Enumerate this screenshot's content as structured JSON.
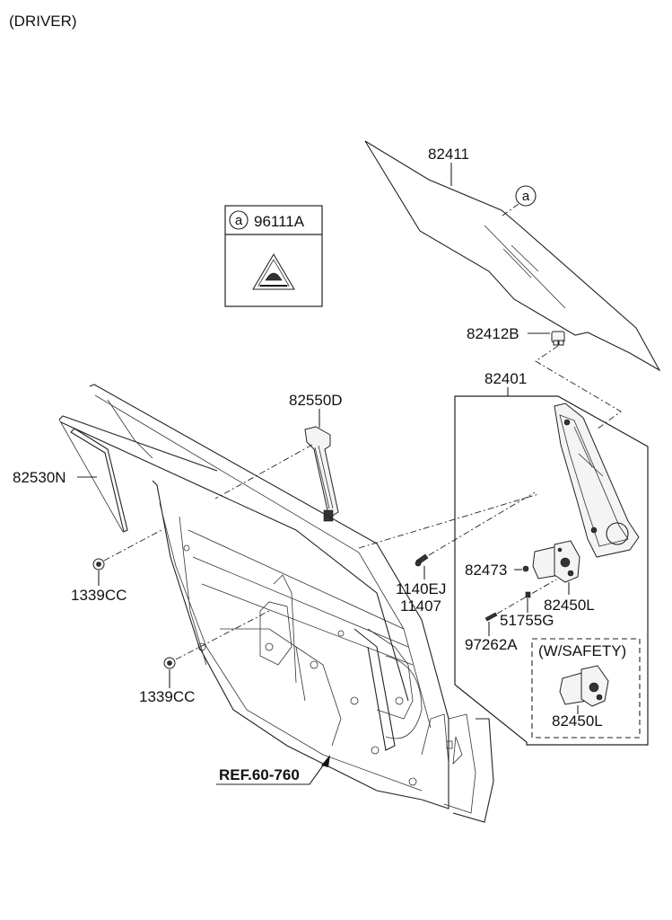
{
  "diagram": {
    "title": "(DRIVER)",
    "reference": "REF.60-760",
    "legend_box": {
      "marker": "a",
      "part_number": "96111A",
      "icon": "warning-triangle-label-icon"
    },
    "glass_marker": "a",
    "safety_box": {
      "title": "(W/SAFETY)",
      "part_number": "82450L"
    },
    "parts": [
      {
        "id": "p82411",
        "number": "82411",
        "name": "door window glass"
      },
      {
        "id": "p82412B",
        "number": "82412B",
        "name": "glass clip"
      },
      {
        "id": "p82401",
        "number": "82401",
        "name": "window regulator assembly"
      },
      {
        "id": "p82550D",
        "number": "82550D",
        "name": "rear channel"
      },
      {
        "id": "p82530N",
        "number": "82530N",
        "name": "front channel weatherstrip"
      },
      {
        "id": "p1339CC_a",
        "number": "1339CC",
        "name": "nut"
      },
      {
        "id": "p1339CC_b",
        "number": "1339CC",
        "name": "nut"
      },
      {
        "id": "p1140EJ",
        "number": "1140EJ",
        "name": "bolt"
      },
      {
        "id": "p11407",
        "number": "11407",
        "name": "bolt"
      },
      {
        "id": "p82473",
        "number": "82473",
        "name": "screw"
      },
      {
        "id": "p82450L",
        "number": "82450L",
        "name": "regulator motor"
      },
      {
        "id": "p51755G",
        "number": "51755G",
        "name": "grommet"
      },
      {
        "id": "p97262A",
        "number": "97262A",
        "name": "screw"
      }
    ]
  }
}
